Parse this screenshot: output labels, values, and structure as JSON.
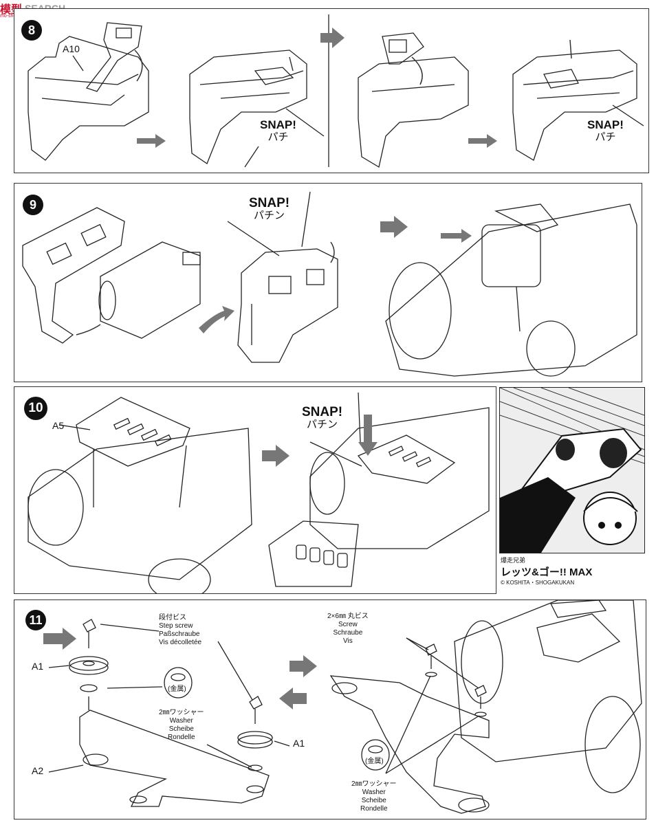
{
  "watermark": {
    "cn": "模型",
    "en": "SEARCH",
    "url": "mo-shop.com"
  },
  "step8": {
    "number": "8",
    "part": "A10",
    "snap1": "SNAP!",
    "snap1_jp": "パチ",
    "snap2": "SNAP!",
    "snap2_jp": "パチ"
  },
  "step9": {
    "number": "9",
    "snap": "SNAP!",
    "snap_jp": "パチン"
  },
  "step10": {
    "number": "10",
    "part": "A5",
    "snap": "SNAP!",
    "snap_jp": "パチン"
  },
  "manga": {
    "subtitle": "爆走兄弟",
    "title": "レッツ&ゴー!! MAX",
    "credit": "© KOSHITA・SHOGAKUKAN"
  },
  "step11": {
    "number": "11",
    "step_screw": {
      "jp": "段付ビス",
      "en": "Step screw",
      "de": "Paßschraube",
      "fr": "Vis décolletée"
    },
    "parts": {
      "a1_left": "A1",
      "a2": "A2",
      "a1_right": "A1"
    },
    "metal_left": "(金属)",
    "washer_left": {
      "jp": "2㎜ワッシャー",
      "en": "Washer",
      "de": "Scheibe",
      "fr": "Rondelle"
    },
    "screw": {
      "jp": "2×6㎜ 丸ビス",
      "en": "Screw",
      "de": "Schraube",
      "fr": "Vis"
    },
    "metal_right": "(金属)",
    "washer_right": {
      "jp": "2㎜ワッシャー",
      "en": "Washer",
      "de": "Scheibe",
      "fr": "Rondelle"
    }
  }
}
